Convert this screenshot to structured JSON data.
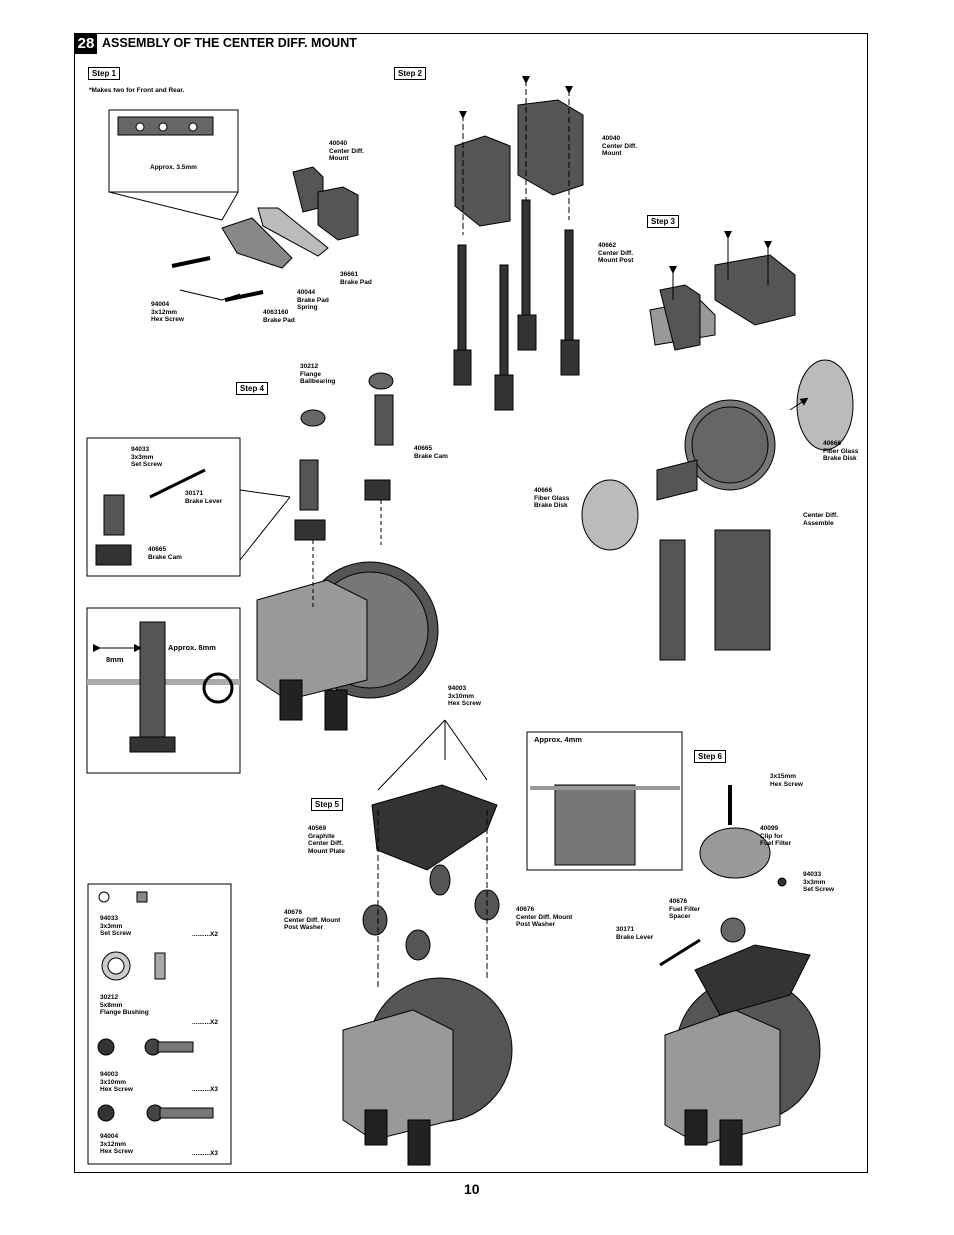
{
  "header": {
    "step_number": "28",
    "title": "ASSEMBLY OF THE CENTER DIFF. MOUNT"
  },
  "steps": {
    "s1": "Step 1",
    "s2": "Step 2",
    "s3": "Step 3",
    "s4": "Step 4",
    "s5": "Step 5",
    "s6": "Step 6"
  },
  "notes": {
    "makes_two": "*Makes two for Front and Rear.",
    "approx_35": "Approx. 3.5mm",
    "approx_8": "Approx.  8mm",
    "eight_mm": "8mm",
    "approx_4": "Approx.  4mm"
  },
  "parts": {
    "p40040a": [
      "40040",
      "Center Diff.",
      "Mount"
    ],
    "p36661": [
      "36661",
      "Brake Pad"
    ],
    "p40044": [
      "40044",
      "Brake Pad",
      "Spring"
    ],
    "p4063160": [
      "4063160",
      "Brake Pad"
    ],
    "p94004": [
      "94004",
      "3x12mm",
      "Hex Screw"
    ],
    "p40040b": [
      "40040",
      "Center Diff.",
      "Mount"
    ],
    "p40662": [
      "40662",
      "Center Diff.",
      "Mount Post"
    ],
    "p30212": [
      "30212",
      "Flange",
      "Ballbearing"
    ],
    "p40665a": [
      "40665",
      "Brake Cam"
    ],
    "p94033a": [
      "94033",
      "3x3mm",
      "Set Screw"
    ],
    "p30171a": [
      "30171",
      "Brake Lever"
    ],
    "p40665b": [
      "40665",
      "Brake Cam"
    ],
    "p40666a": [
      "40666",
      "Fiber Glass",
      "Brake Disk"
    ],
    "p40666b": [
      "40666",
      "Fiber Glass",
      "Brake Disk"
    ],
    "pCenterDiff": [
      "Center Diff.",
      "Assemble"
    ],
    "p94003": [
      "94003",
      "3x10mm",
      "Hex Screw"
    ],
    "p40569": [
      "40569",
      "Graphite",
      "Center Diff.",
      "Mount Plate"
    ],
    "p40676a": [
      "40676",
      "Center Diff. Mount",
      "Post Washer"
    ],
    "p40676b": [
      "40676",
      "Center Diff. Mount",
      "Post Washer"
    ],
    "p3x15": [
      "3x15mm",
      "Hex Screw"
    ],
    "p40099": [
      "40099",
      "Clip for",
      "Fuel Filter"
    ],
    "p94033b": [
      "94033",
      "3x3mm",
      "Set Screw"
    ],
    "p40676c": [
      "40676",
      "Fuel Filter",
      "Spacer"
    ],
    "p30171b": [
      "30171",
      "Brake Lever"
    ]
  },
  "hardware": [
    {
      "lines": [
        "94033",
        "3x3mm",
        "Set Screw"
      ],
      "qty": "..........X2"
    },
    {
      "lines": [
        "30212",
        "5x8mm",
        "Flange Bushing"
      ],
      "qty": "..........X2"
    },
    {
      "lines": [
        "94003",
        "3x10mm",
        "Hex Screw"
      ],
      "qty": "..........X3"
    },
    {
      "lines": [
        "94004",
        "3x12mm",
        "Hex Screw"
      ],
      "qty": "..........X3"
    }
  ],
  "page_number": "10"
}
